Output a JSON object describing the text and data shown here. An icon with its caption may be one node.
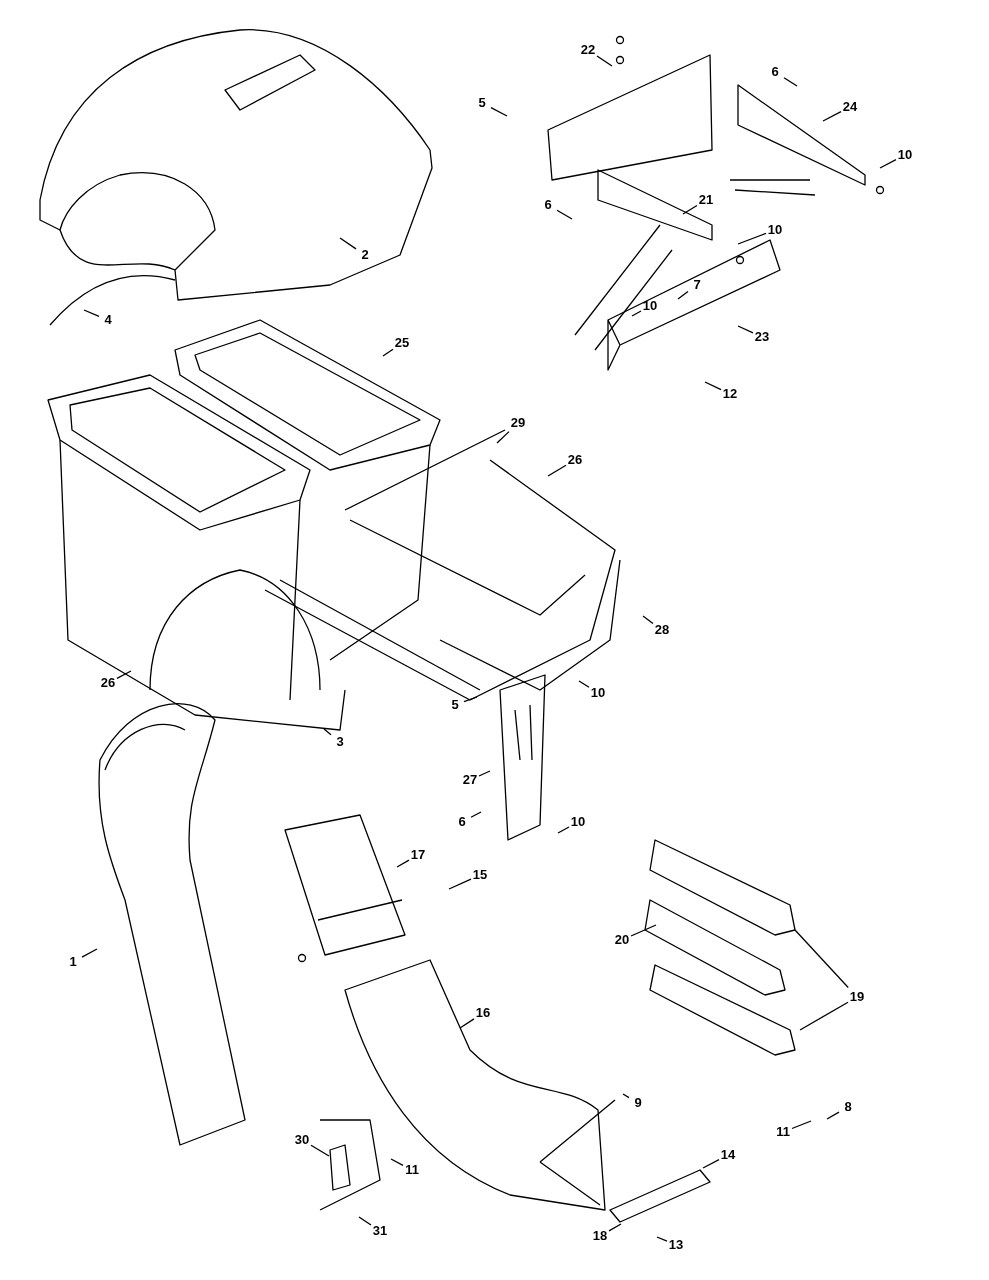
{
  "diagram": {
    "nodes": [
      {
        "text": [
          "2"
        ]
      },
      {
        "text": [
          "4"
        ]
      },
      {
        "text": [
          "25"
        ]
      },
      {
        "text": [
          "5"
        ]
      },
      {
        "text": [
          "22"
        ]
      },
      {
        "text": [
          "6"
        ]
      },
      {
        "text": [
          "24"
        ]
      },
      {
        "text": [
          "10"
        ]
      },
      {
        "text": [
          "21"
        ]
      },
      {
        "text": [
          "6"
        ]
      },
      {
        "text": [
          "10"
        ]
      },
      {
        "text": [
          "7"
        ]
      },
      {
        "text": [
          "10"
        ]
      },
      {
        "text": [
          "23"
        ]
      },
      {
        "text": [
          "12"
        ]
      },
      {
        "text": [
          "29"
        ]
      },
      {
        "text": [
          "26"
        ]
      },
      {
        "text": [
          "28"
        ]
      },
      {
        "text": [
          "26"
        ]
      },
      {
        "text": [
          "3"
        ]
      },
      {
        "text": [
          "5"
        ]
      },
      {
        "text": [
          "10"
        ]
      },
      {
        "text": [
          "27"
        ]
      },
      {
        "text": [
          "6"
        ]
      },
      {
        "text": [
          "10"
        ]
      },
      {
        "text": [
          "17"
        ]
      },
      {
        "text": [
          "15"
        ]
      },
      {
        "text": [
          "20"
        ]
      },
      {
        "text": [
          "19"
        ]
      },
      {
        "text": [
          "1"
        ]
      },
      {
        "text": [
          "16"
        ]
      },
      {
        "text": [
          "9"
        ]
      },
      {
        "text": [
          "8"
        ]
      },
      {
        "text": [
          "11"
        ]
      },
      {
        "text": [
          "14"
        ]
      },
      {
        "text": [
          "30"
        ]
      },
      {
        "text": [
          "11"
        ]
      },
      {
        "text": [
          "31"
        ]
      },
      {
        "text": [
          "18"
        ]
      },
      {
        "text": [
          "13"
        ]
      }
    ],
    "edges": [
      {
        "from": 0,
        "to": null,
        "arrow": "none"
      },
      {
        "from": 1,
        "to": null,
        "arrow": "none"
      },
      {
        "from": 2,
        "to": null,
        "arrow": "none"
      },
      {
        "from": 3,
        "to": null,
        "arrow": "none"
      },
      {
        "from": 4,
        "to": null,
        "arrow": "none"
      },
      {
        "from": 5,
        "to": null,
        "arrow": "none"
      },
      {
        "from": 6,
        "to": null,
        "arrow": "none"
      },
      {
        "from": 7,
        "to": null,
        "arrow": "none"
      },
      {
        "from": 8,
        "to": null,
        "arrow": "none"
      },
      {
        "from": 9,
        "to": null,
        "arrow": "none"
      },
      {
        "from": 10,
        "to": null,
        "arrow": "none"
      },
      {
        "from": 11,
        "to": null,
        "arrow": "none"
      },
      {
        "from": 12,
        "to": null,
        "arrow": "none"
      },
      {
        "from": 13,
        "to": null,
        "arrow": "none"
      },
      {
        "from": 14,
        "to": null,
        "arrow": "none"
      },
      {
        "from": 15,
        "to": null,
        "arrow": "none"
      },
      {
        "from": 16,
        "to": null,
        "arrow": "none"
      },
      {
        "from": 17,
        "to": null,
        "arrow": "none"
      },
      {
        "from": 18,
        "to": null,
        "arrow": "none"
      },
      {
        "from": 19,
        "to": null,
        "arrow": "none"
      },
      {
        "from": 20,
        "to": null,
        "arrow": "none"
      },
      {
        "from": 21,
        "to": null,
        "arrow": "none"
      },
      {
        "from": 22,
        "to": null,
        "arrow": "none"
      },
      {
        "from": 23,
        "to": null,
        "arrow": "none"
      },
      {
        "from": 24,
        "to": null,
        "arrow": "none"
      },
      {
        "from": 25,
        "to": null,
        "arrow": "none"
      },
      {
        "from": 26,
        "to": null,
        "arrow": "none"
      },
      {
        "from": 27,
        "to": null,
        "arrow": "none"
      },
      {
        "from": 28,
        "to": null,
        "arrow": "none"
      },
      {
        "from": 28,
        "to": null,
        "arrow": "none"
      },
      {
        "from": 29,
        "to": null,
        "arrow": "none"
      },
      {
        "from": 30,
        "to": null,
        "arrow": "none"
      },
      {
        "from": 31,
        "to": null,
        "arrow": "none"
      },
      {
        "from": 32,
        "to": null,
        "arrow": "none"
      },
      {
        "from": 33,
        "to": null,
        "arrow": "none"
      },
      {
        "from": 34,
        "to": null,
        "arrow": "none"
      },
      {
        "from": 35,
        "to": null,
        "arrow": "none"
      },
      {
        "from": 36,
        "to": null,
        "arrow": "none"
      },
      {
        "from": 37,
        "to": null,
        "arrow": "none"
      },
      {
        "from": 38,
        "to": null,
        "arrow": "none"
      },
      {
        "from": 39,
        "to": null,
        "arrow": "none"
      }
    ]
  }
}
